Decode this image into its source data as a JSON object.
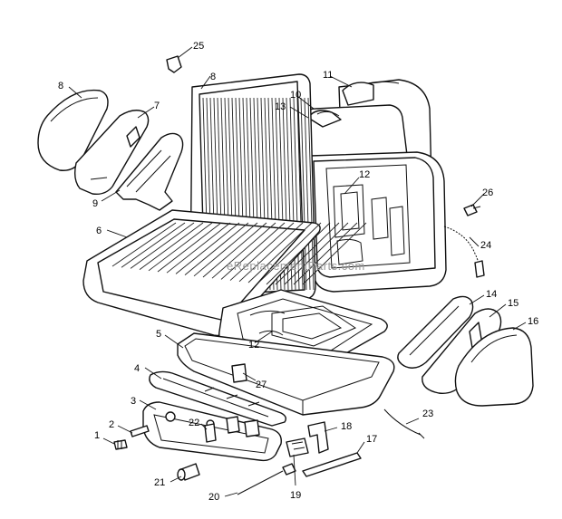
{
  "watermark": "eReplacementParts.com",
  "labels": {
    "l1": "1",
    "l2": "2",
    "l3": "3",
    "l4": "4",
    "l5": "5",
    "l6": "6",
    "l7": "7",
    "l8a": "8",
    "l8b": "8",
    "l9": "9",
    "l10": "10",
    "l11": "11",
    "l12a": "12",
    "l12b": "12",
    "l13": "13",
    "l14": "14",
    "l15": "15",
    "l16": "16",
    "l17": "17",
    "l18": "18",
    "l19": "19",
    "l20": "20",
    "l21": "21",
    "l22": "22",
    "l23": "23",
    "l24": "24",
    "l25": "25",
    "l26": "26",
    "l27": "27"
  }
}
